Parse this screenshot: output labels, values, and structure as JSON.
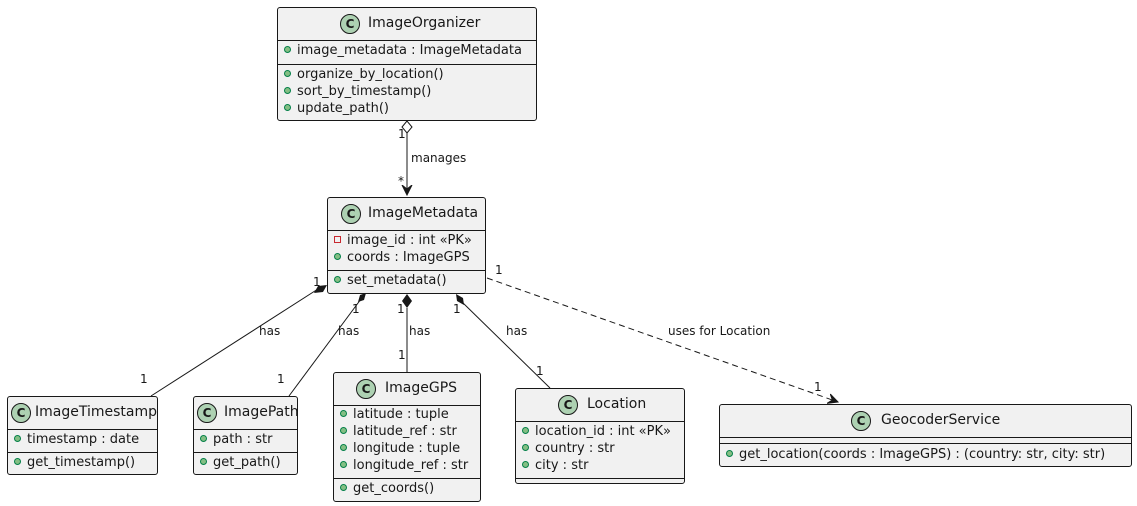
{
  "classes": {
    "image_organizer": {
      "name": "ImageOrganizer",
      "fields": [
        "image_metadata : ImageMetadata"
      ],
      "methods": [
        "organize_by_location()",
        "sort_by_timestamp()",
        "update_path()"
      ]
    },
    "image_metadata": {
      "name": "ImageMetadata",
      "fields": [
        "image_id : int «PK»",
        "coords : ImageGPS"
      ],
      "methods": [
        "set_metadata()"
      ]
    },
    "image_timestamp": {
      "name": "ImageTimestamp",
      "fields": [
        "timestamp : date"
      ],
      "methods": [
        "get_timestamp()"
      ]
    },
    "image_path": {
      "name": "ImagePath",
      "fields": [
        "path : str"
      ],
      "methods": [
        "get_path()"
      ]
    },
    "image_gps": {
      "name": "ImageGPS",
      "fields": [
        "latitude : tuple",
        "latitude_ref : str",
        "longitude : tuple",
        "longitude_ref : str"
      ],
      "methods": [
        "get_coords()"
      ]
    },
    "location": {
      "name": "Location",
      "fields": [
        "location_id : int «PK»",
        "country : str",
        "city : str"
      ],
      "methods": []
    },
    "geocoder_service": {
      "name": "GeocoderService",
      "fields": [],
      "methods": [
        "get_location(coords : ImageGPS) : (country: str, city: str)"
      ]
    }
  },
  "class_icon_letter": "C",
  "relations": {
    "manages": {
      "label": "manages",
      "from_mult": "1",
      "to_mult": "*"
    },
    "has_timestamp": {
      "label": "has",
      "from_mult": "1",
      "to_mult": "1"
    },
    "has_path": {
      "label": "has",
      "from_mult": "1",
      "to_mult": "1"
    },
    "has_gps": {
      "label": "has",
      "from_mult": "1",
      "to_mult": "1"
    },
    "has_location": {
      "label": "has",
      "from_mult": "1",
      "to_mult": "1"
    },
    "uses": {
      "label": "uses for Location",
      "from_mult": "1",
      "to_mult": "1"
    }
  },
  "colors": {
    "box_fill": "#f1f1f1",
    "border": "#181818",
    "class_icon": "#add1b2",
    "public_marker": "#84be84",
    "private_marker": "#c82930"
  },
  "icons": {
    "class": "class-c-circle-icon",
    "public": "public-visibility-icon",
    "private": "private-visibility-icon",
    "aggregation": "hollow-diamond-icon",
    "composition": "filled-diamond-icon",
    "arrow": "open-arrowhead-icon"
  }
}
